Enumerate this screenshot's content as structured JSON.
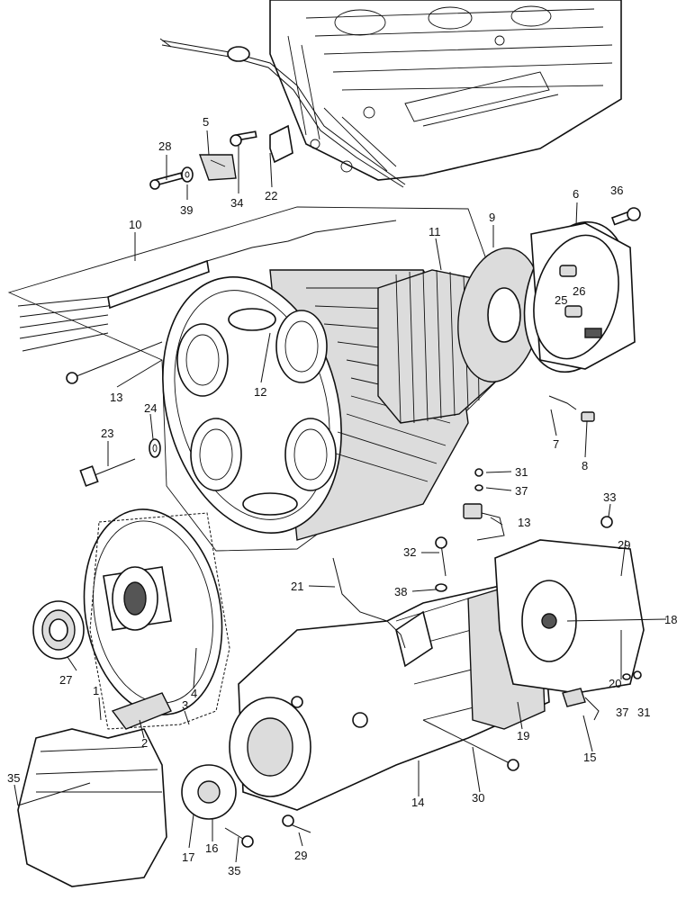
{
  "callouts": [
    {
      "id": "c1",
      "text": "1"
    },
    {
      "id": "c2",
      "text": "2"
    },
    {
      "id": "c3",
      "text": "3"
    },
    {
      "id": "c4",
      "text": "4"
    },
    {
      "id": "c5",
      "text": "5"
    },
    {
      "id": "c6",
      "text": "6"
    },
    {
      "id": "c7",
      "text": "7"
    },
    {
      "id": "c8",
      "text": "8"
    },
    {
      "id": "c9",
      "text": "9"
    },
    {
      "id": "c10",
      "text": "10"
    },
    {
      "id": "c11",
      "text": "11"
    },
    {
      "id": "c12",
      "text": "12"
    },
    {
      "id": "c13a",
      "text": "13"
    },
    {
      "id": "c13b",
      "text": "13"
    },
    {
      "id": "c14",
      "text": "14"
    },
    {
      "id": "c15",
      "text": "15"
    },
    {
      "id": "c16",
      "text": "16"
    },
    {
      "id": "c17",
      "text": "17"
    },
    {
      "id": "c18",
      "text": "18"
    },
    {
      "id": "c19",
      "text": "19"
    },
    {
      "id": "c20",
      "text": "20"
    },
    {
      "id": "c21",
      "text": "21"
    },
    {
      "id": "c22",
      "text": "22"
    },
    {
      "id": "c23",
      "text": "23"
    },
    {
      "id": "c24",
      "text": "24"
    },
    {
      "id": "c25",
      "text": "25"
    },
    {
      "id": "c26",
      "text": "26"
    },
    {
      "id": "c27",
      "text": "27"
    },
    {
      "id": "c28",
      "text": "28"
    },
    {
      "id": "c29a",
      "text": "29"
    },
    {
      "id": "c29b",
      "text": "29"
    },
    {
      "id": "c30",
      "text": "30"
    },
    {
      "id": "c31a",
      "text": "31"
    },
    {
      "id": "c31b",
      "text": "31"
    },
    {
      "id": "c32",
      "text": "32"
    },
    {
      "id": "c33",
      "text": "33"
    },
    {
      "id": "c34",
      "text": "34"
    },
    {
      "id": "c35a",
      "text": "35"
    },
    {
      "id": "c35b",
      "text": "35"
    },
    {
      "id": "c36",
      "text": "36"
    },
    {
      "id": "c37a",
      "text": "37"
    },
    {
      "id": "c37b",
      "text": "37"
    },
    {
      "id": "c38",
      "text": "38"
    },
    {
      "id": "c39",
      "text": "39"
    }
  ]
}
